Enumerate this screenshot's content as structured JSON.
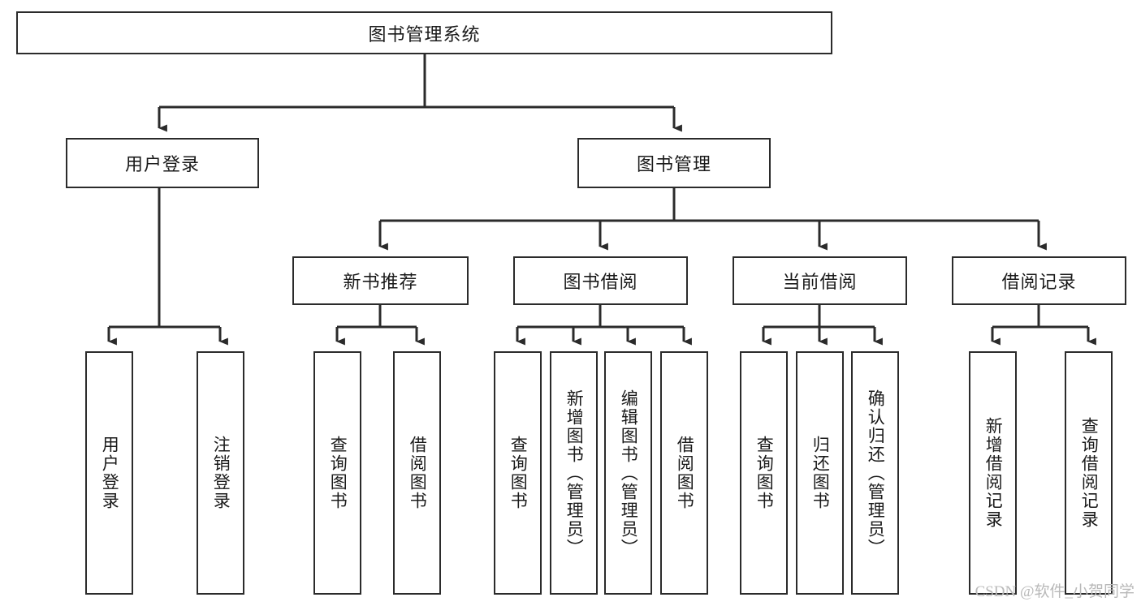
{
  "diagram": {
    "title": "图书管理系统",
    "type": "tree-hierarchy-diagram",
    "colors": {
      "box_border": "#2b2b2b",
      "box_fill": "#ffffff",
      "connector": "#2b2b2b",
      "background": "#ffffff",
      "watermark": "#b9b9b9"
    },
    "nodes": {
      "root": {
        "label": "图书管理系统"
      },
      "level2": [
        {
          "id": "user-login",
          "label": "用户登录"
        },
        {
          "id": "book-management",
          "label": "图书管理"
        }
      ],
      "level3": [
        {
          "id": "new-book-recommend",
          "label": "新书推荐"
        },
        {
          "id": "book-borrow",
          "label": "图书借阅"
        },
        {
          "id": "current-borrow",
          "label": "当前借阅"
        },
        {
          "id": "borrow-record",
          "label": "借阅记录"
        }
      ],
      "leaves": {
        "user_login": [
          {
            "id": "leaf-user-login",
            "label": "用户登录"
          },
          {
            "id": "leaf-logout-login",
            "label": "注销登录"
          }
        ],
        "new_book_recommend": [
          {
            "id": "leaf-query-book-1",
            "label": "查询图书"
          },
          {
            "id": "leaf-borrow-book-1",
            "label": "借阅图书"
          }
        ],
        "book_borrow": [
          {
            "id": "leaf-query-book-2",
            "label": "查询图书"
          },
          {
            "id": "leaf-add-book",
            "label": "新增图书（管理员）"
          },
          {
            "id": "leaf-edit-book",
            "label": "编辑图书（管理员）"
          },
          {
            "id": "leaf-borrow-book-2",
            "label": "借阅图书"
          }
        ],
        "current_borrow": [
          {
            "id": "leaf-query-book-3",
            "label": "查询图书"
          },
          {
            "id": "leaf-return-book",
            "label": "归还图书"
          },
          {
            "id": "leaf-confirm-return",
            "label": "确认归还（管理员）"
          }
        ],
        "borrow_record": [
          {
            "id": "leaf-add-borrow-record",
            "label": "新增借阅记录"
          },
          {
            "id": "leaf-query-borrow-record",
            "label": "查询借阅记录"
          }
        ]
      }
    }
  },
  "watermark": {
    "text": "CSDN @软件_小贺同学"
  }
}
